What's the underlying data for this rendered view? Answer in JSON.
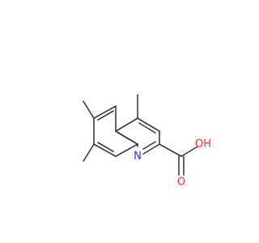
{
  "molecule": {
    "atoms": {
      "nitrogen": {
        "label": "N",
        "color": "#2a2aff"
      },
      "hydroxyl": {
        "label": "OH",
        "color": "#ff2a2a"
      },
      "carbonyl_oxygen": {
        "label": "O",
        "color": "#ff2a2a"
      }
    },
    "bond_color": "#3a3a3a"
  }
}
